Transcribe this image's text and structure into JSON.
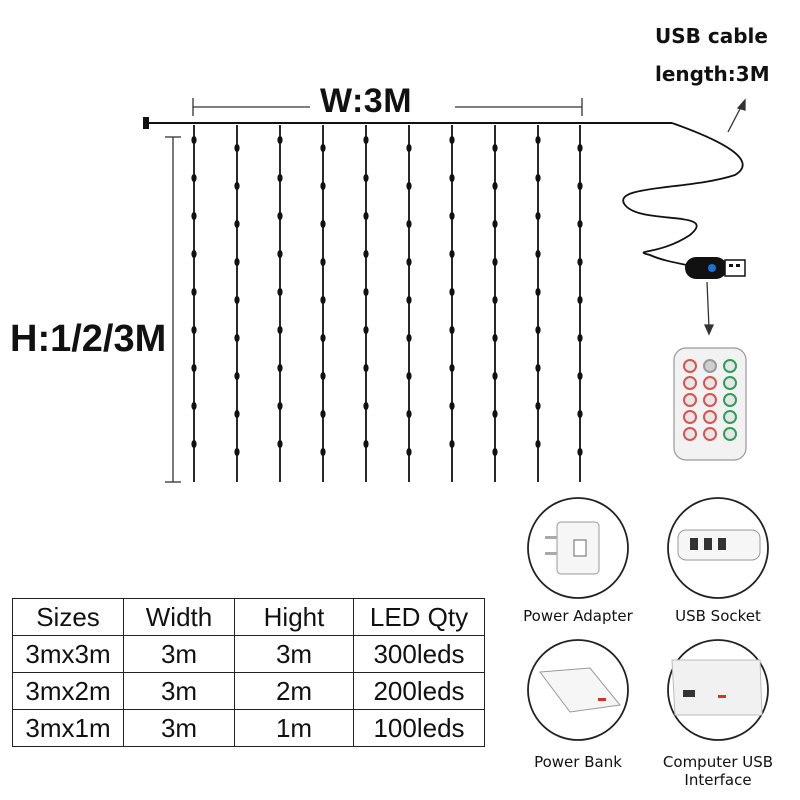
{
  "dimensions": {
    "width_label": "W:3M",
    "height_label": "H:1/2/3M"
  },
  "usb_cable": {
    "line1": "USB cable",
    "line2": "length:3M"
  },
  "spec_table": {
    "headers": [
      "Sizes",
      "Width",
      "Hight",
      "LED Qty"
    ],
    "rows": [
      [
        "3mx3m",
        "3m",
        "3m",
        "300leds"
      ],
      [
        "3mx2m",
        "3m",
        "2m",
        "200leds"
      ],
      [
        "3mx1m",
        "3m",
        "1m",
        "100leds"
      ]
    ]
  },
  "power_options": [
    {
      "label": "Power Adapter"
    },
    {
      "label": "USB Socket"
    },
    {
      "label": "Power Bank"
    },
    {
      "label": "Computer USB Interface"
    }
  ],
  "colors": {
    "line": "#111111",
    "remote_body": "#f2f2f2",
    "remote_red": "#d9534f",
    "remote_green": "#2e9e5b",
    "remote_grey": "#9a9a9a",
    "usb_led": "#1e6fd9"
  }
}
